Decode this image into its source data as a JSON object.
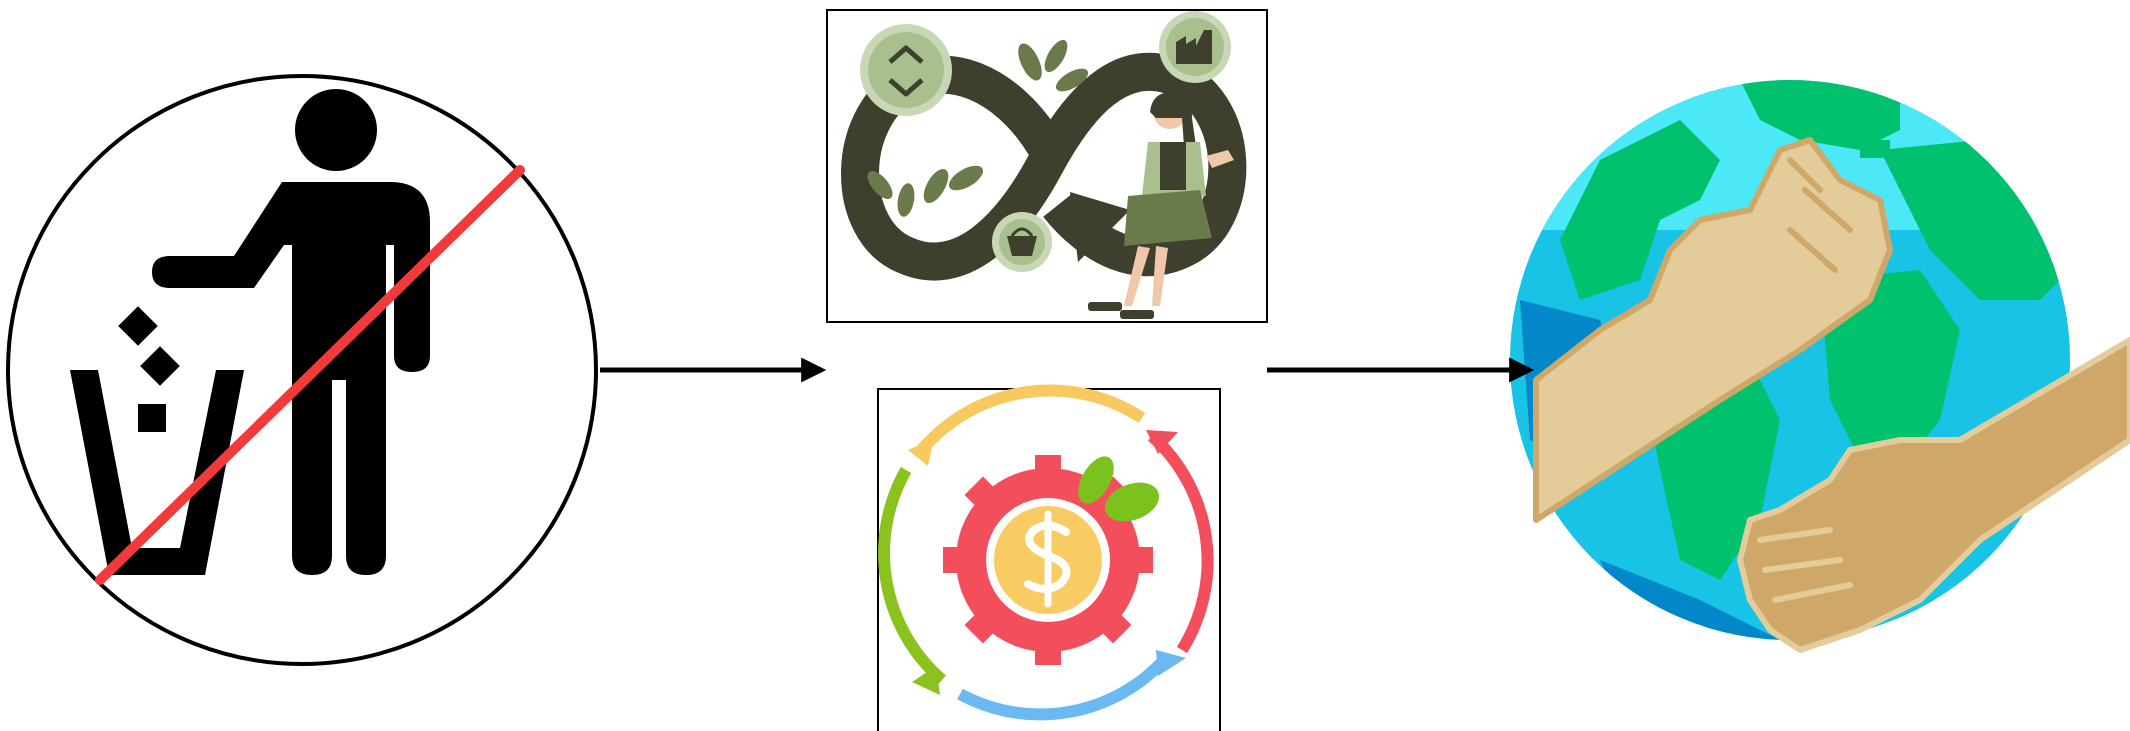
{
  "diagram": {
    "nodes": [
      {
        "id": "no-littering",
        "icon": "no-littering-sign-icon"
      },
      {
        "id": "circular-economy",
        "icon": "circular-economy-infinity-icon"
      },
      {
        "id": "sustainable-finance",
        "icon": "gear-dollar-cycle-icon"
      },
      {
        "id": "global-partnership",
        "icon": "globe-handshake-icon"
      }
    ],
    "edges": [
      {
        "from": "no-littering",
        "to": "circular-economy"
      },
      {
        "from": "circular-economy",
        "to": "global-partnership"
      }
    ]
  },
  "colors": {
    "outline": "#000000",
    "prohibit_slash": "#f23a3a",
    "infinity_loop": "#3f3f2e",
    "leaf_green": "#6b7a4a",
    "badge_green": "#a9c08e",
    "gear_red": "#f24e5b",
    "coin_yellow": "#f8cc62",
    "arrow_orange": "#f8c95e",
    "arrow_green": "#8ac21e",
    "arrow_blue": "#6bb9f2",
    "leaf_bright": "#7cc21e",
    "ocean": "#19c3e6",
    "ocean_deep": "#0288c8",
    "land": "#00c16e",
    "sky_cyan": "#4de8f7",
    "hand_light": "#e3cc99",
    "hand_dark": "#cfa869"
  }
}
